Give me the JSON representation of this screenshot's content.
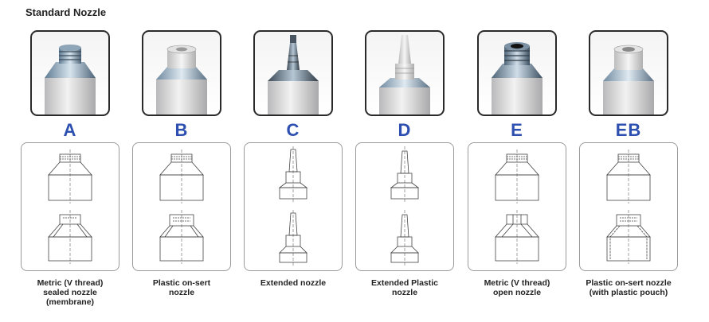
{
  "title": "Standard Nozzle",
  "nozzles": [
    {
      "letter": "A",
      "caption": [
        "Metric (V thread)",
        "sealed nozzle",
        "(membrane)"
      ],
      "photo": "metal-thread-nozzle-photo",
      "drawing": "metric-sealed-drawing"
    },
    {
      "letter": "B",
      "caption": [
        "Plastic on-sert",
        "nozzle"
      ],
      "photo": "plastic-cap-nozzle-photo",
      "drawing": "plastic-onsert-drawing"
    },
    {
      "letter": "C",
      "caption": [
        "Extended nozzle"
      ],
      "photo": "long-metal-tip-photo",
      "drawing": "extended-drawing"
    },
    {
      "letter": "D",
      "caption": [
        "Extended Plastic",
        "nozzle"
      ],
      "photo": "long-plastic-tip-photo",
      "drawing": "extended-plastic-drawing"
    },
    {
      "letter": "E",
      "caption": [
        "Metric (V thread)",
        "open nozzle"
      ],
      "photo": "open-metal-nozzle-photo",
      "drawing": "metric-open-drawing"
    },
    {
      "letter": "EB",
      "caption": [
        "Plastic on-sert nozzle",
        "(with plastic pouch)"
      ],
      "photo": "plastic-pouch-nozzle-photo",
      "drawing": "plastic-pouch-drawing"
    }
  ],
  "colors": {
    "letter": "#2c4fb0",
    "frame": "#2a2a2a",
    "drawing_border": "#9a9a9a"
  }
}
